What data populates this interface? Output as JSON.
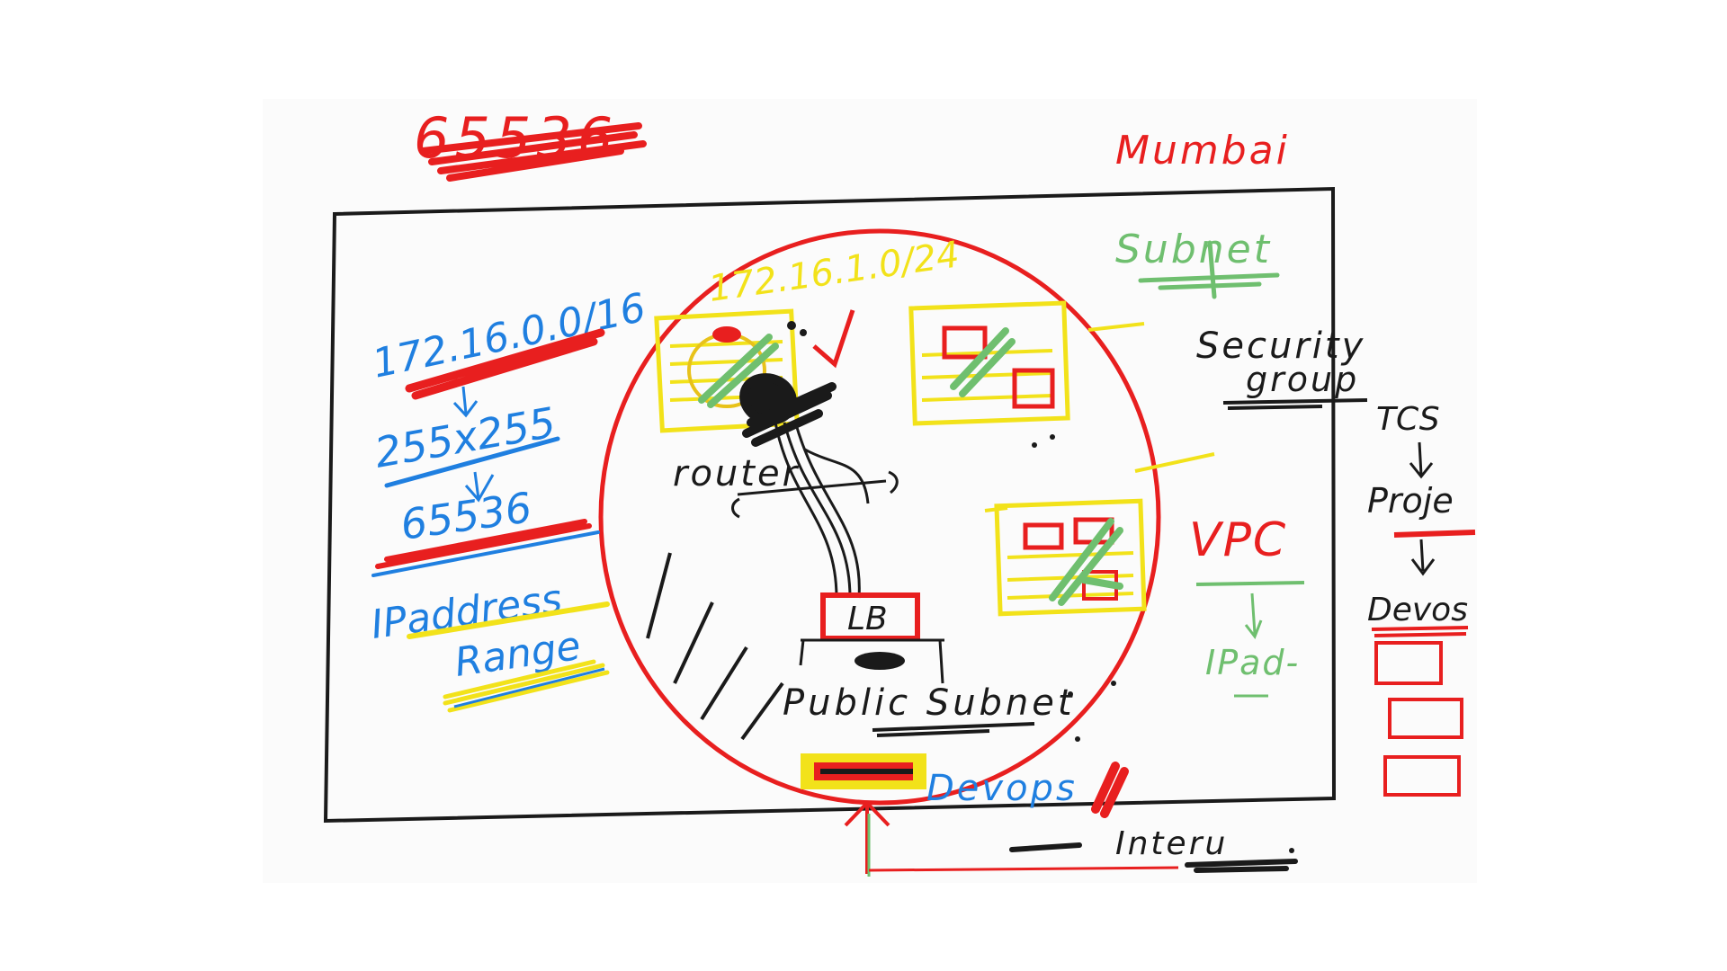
{
  "colors": {
    "red": "#e81f1f",
    "blue": "#1f7fe0",
    "green": "#6fbf6f",
    "yellow": "#f2e21a",
    "black": "#1a1a1a",
    "board": "#fbfbfb",
    "page": "#ffffff"
  },
  "labels": {
    "top_number": "65536",
    "region": "Mumbai",
    "vpc_cidr": "172.16.0.0/16",
    "multiply": "255x255",
    "total": "65536",
    "ip_range_1": "IPaddress",
    "ip_range_2": "Range",
    "subnet_cidr": "172.16.1.0/24",
    "subnet": "Subnet",
    "router": "router",
    "lb": "LB",
    "public_subnet": "Public Subnet",
    "devops": "Devops",
    "internet": "Interu",
    "security_1": "Security",
    "security_2": "group",
    "tcs": "TCS",
    "project": "Proje",
    "devops_right": "Devos",
    "vpc": "VPC",
    "ipad": "IPad-"
  }
}
